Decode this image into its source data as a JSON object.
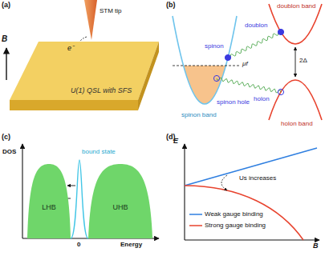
{
  "diagram": {
    "nodes": [
      {
        "text": [
          "U(1) QSL with SFS"
        ]
      },
      {
        "text": [
          "LHB"
        ]
      },
      {
        "text": [
          "UHB"
        ]
      }
    ],
    "labels": [
      "(a)",
      "STM tip",
      "e⁻",
      "B",
      "(b)",
      "spinon",
      "doublon",
      "μf",
      "spinon hole",
      "holon",
      "2Δ",
      "spinon band",
      "doublon band",
      "holon band",
      "(c)",
      "DOS",
      "bound state",
      "0",
      "Energy",
      "(d)",
      "E",
      "Us increases",
      "B"
    ],
    "legend": [
      {
        "text": "Weak gauge binding"
      },
      {
        "text": "Strong gauge binding"
      }
    ]
  }
}
